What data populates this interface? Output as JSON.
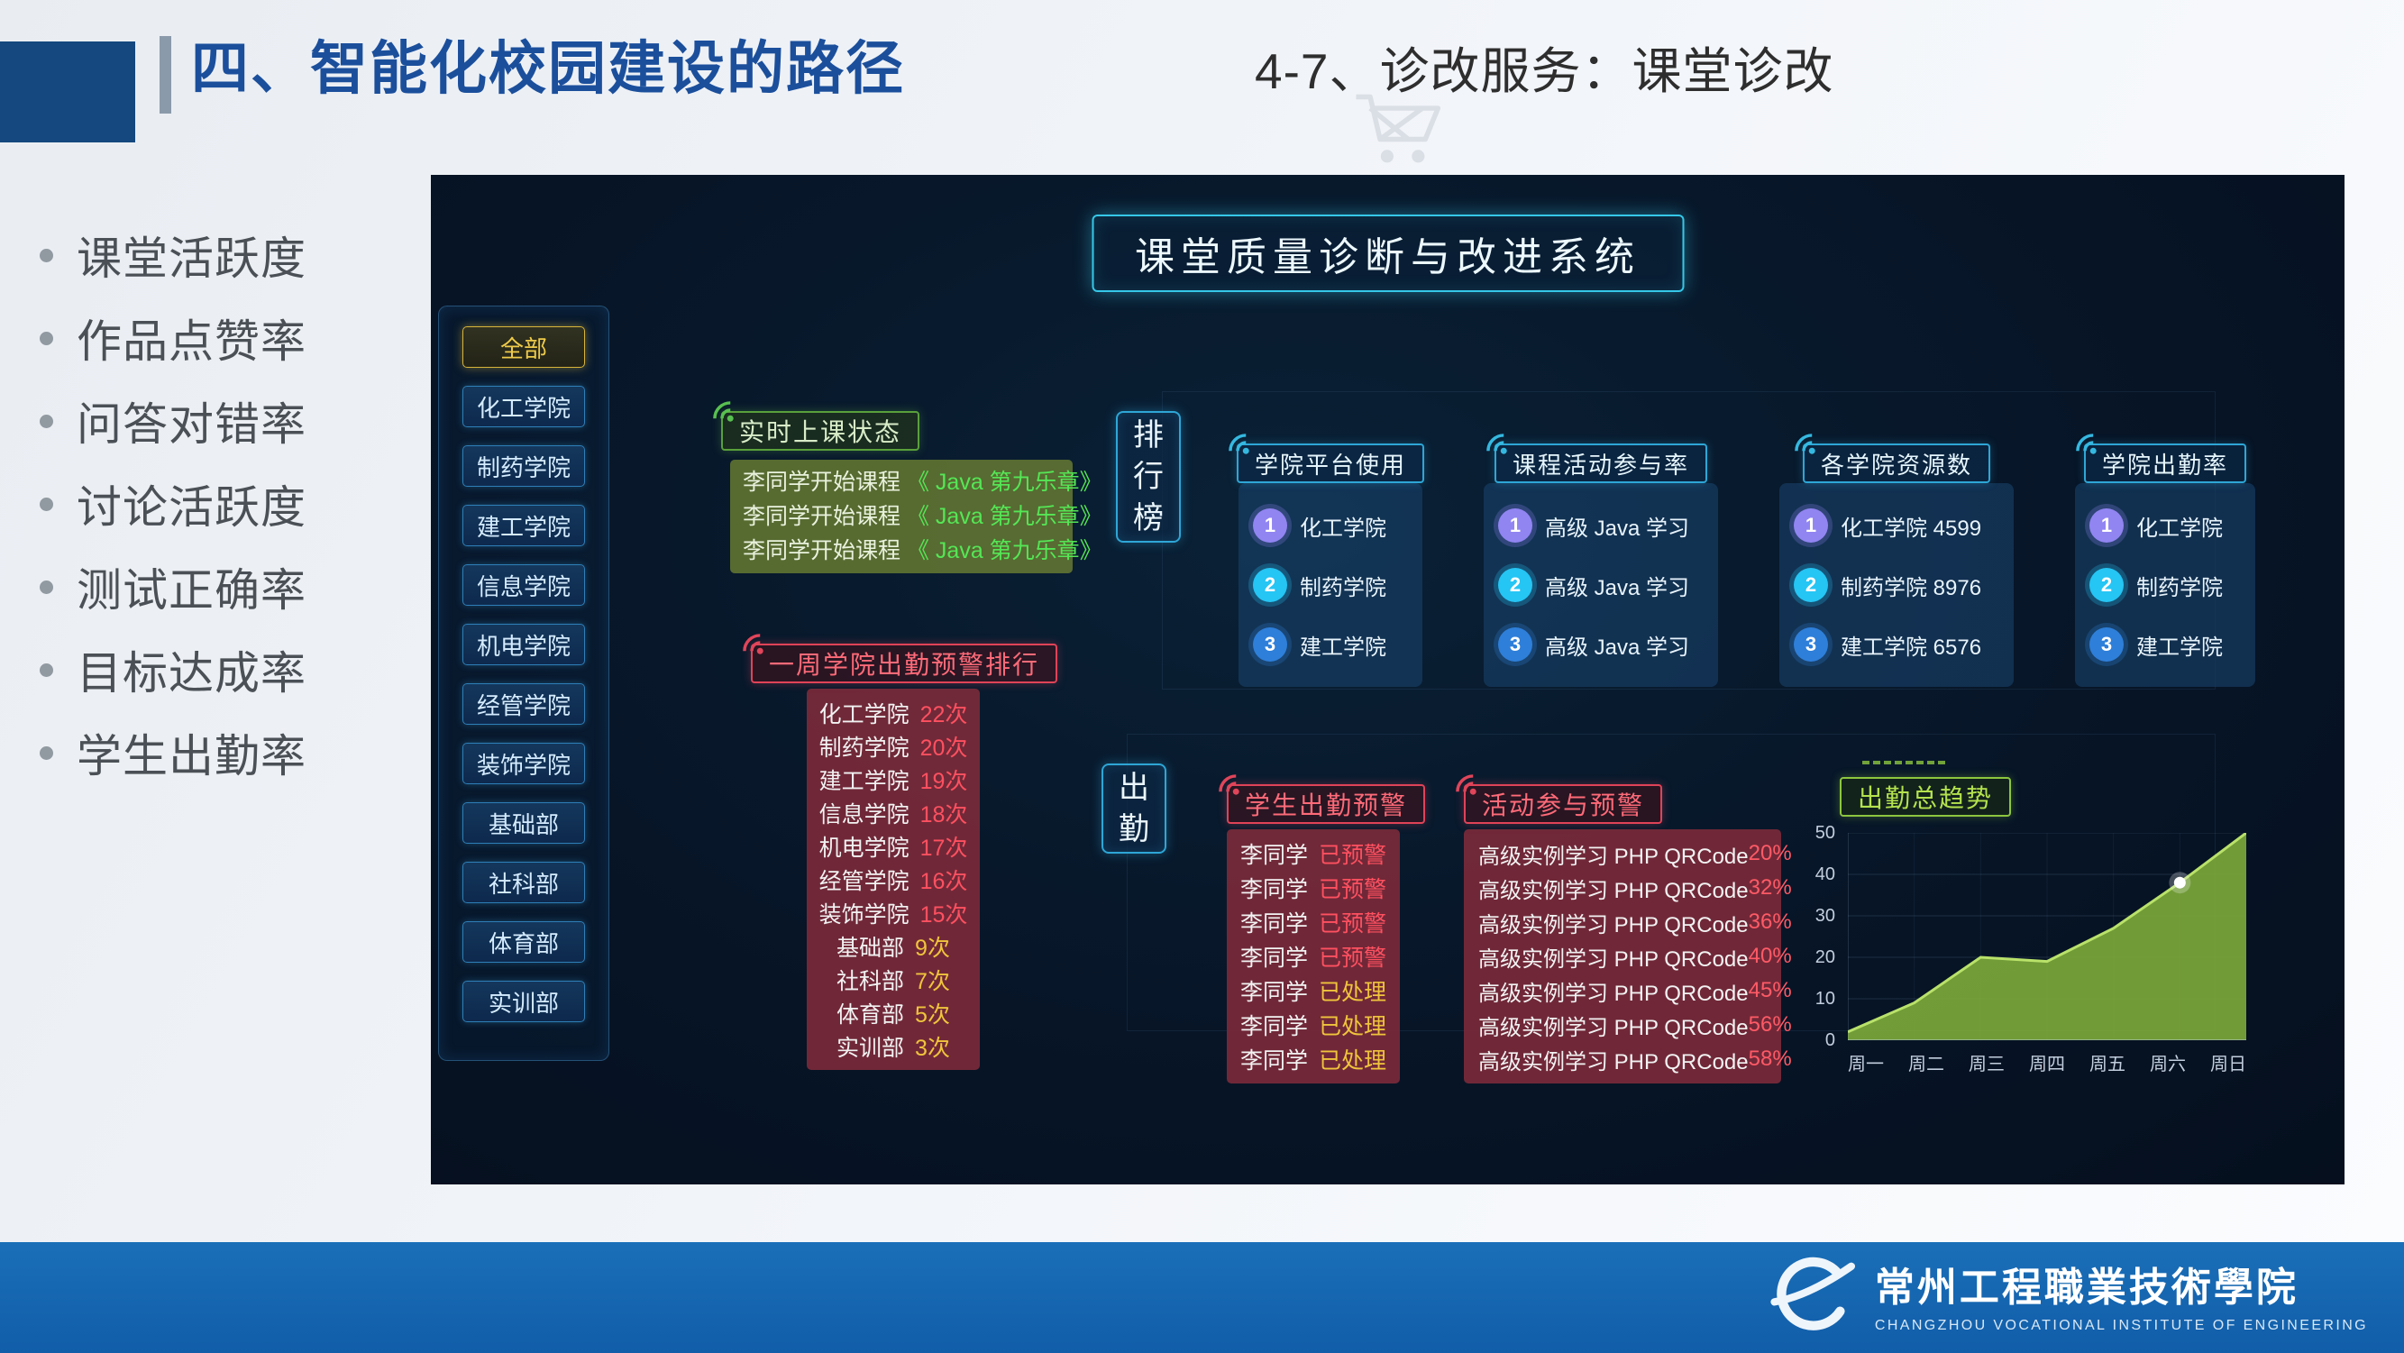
{
  "header": {
    "title": "四、智能化校园建设的路径",
    "subtitle": "4-7、诊改服务：课堂诊改"
  },
  "sidebar": {
    "bullets": [
      "课堂活跃度",
      "作品点赞率",
      "问答对错率",
      "讨论活跃度",
      "测试正确率",
      "目标达成率",
      "学生出勤率"
    ]
  },
  "dashboard": {
    "title": "课堂质量诊断与改进系统",
    "filters": [
      "全部",
      "化工学院",
      "制药学院",
      "建工学院",
      "信息学院",
      "机电学院",
      "经管学院",
      "装饰学院",
      "基础部",
      "社科部",
      "体育部",
      "实训部"
    ],
    "realtime": {
      "label": "实时上课状态",
      "lines": [
        {
          "prefix": "李同学开始课程",
          "course": "《 Java 第九乐章》"
        },
        {
          "prefix": "李同学开始课程",
          "course": "《 Java 第九乐章》"
        },
        {
          "prefix": "李同学开始课程",
          "course": "《 Java 第九乐章》"
        }
      ]
    },
    "weekly": {
      "label": "一周学院出勤预警排行",
      "rows": [
        {
          "name": "化工学院",
          "count": "22次",
          "level": "high"
        },
        {
          "name": "制药学院",
          "count": "20次",
          "level": "high"
        },
        {
          "name": "建工学院",
          "count": "19次",
          "level": "high"
        },
        {
          "name": "信息学院",
          "count": "18次",
          "level": "high"
        },
        {
          "name": "机电学院",
          "count": "17次",
          "level": "high"
        },
        {
          "name": "经管学院",
          "count": "16次",
          "level": "high"
        },
        {
          "name": "装饰学院",
          "count": "15次",
          "level": "high"
        },
        {
          "name": "基础部",
          "count": "9次",
          "level": "low"
        },
        {
          "name": "社科部",
          "count": "7次",
          "level": "low"
        },
        {
          "name": "体育部",
          "count": "5次",
          "level": "low"
        },
        {
          "name": "实训部",
          "count": "3次",
          "level": "low"
        }
      ]
    },
    "rank_tab": "排行榜",
    "rank_cards": [
      {
        "title": "学院平台使用",
        "rows": [
          {
            "rank": "1",
            "name": "化工学院"
          },
          {
            "rank": "2",
            "name": "制药学院"
          },
          {
            "rank": "3",
            "name": "建工学院"
          }
        ]
      },
      {
        "title": "课程活动参与率",
        "rows": [
          {
            "rank": "1",
            "name": "高级 Java 学习"
          },
          {
            "rank": "2",
            "name": "高级 Java 学习"
          },
          {
            "rank": "3",
            "name": "高级 Java 学习"
          }
        ]
      },
      {
        "title": "各学院资源数",
        "rows": [
          {
            "rank": "1",
            "name": "化工学院 4599"
          },
          {
            "rank": "2",
            "name": "制药学院 8976"
          },
          {
            "rank": "3",
            "name": "建工学院 6576"
          }
        ]
      },
      {
        "title": "学院出勤率",
        "rows": [
          {
            "rank": "1",
            "name": "化工学院"
          },
          {
            "rank": "2",
            "name": "制药学院"
          },
          {
            "rank": "3",
            "name": "建工学院"
          }
        ]
      }
    ],
    "attendance_tab": "出勤",
    "student_warning": {
      "label": "学生出勤预警",
      "rows": [
        {
          "name": "李同学",
          "status": "已预警",
          "state": "warned"
        },
        {
          "name": "李同学",
          "status": "已预警",
          "state": "warned"
        },
        {
          "name": "李同学",
          "status": "已预警",
          "state": "warned"
        },
        {
          "name": "李同学",
          "status": "已预警",
          "state": "warned"
        },
        {
          "name": "李同学",
          "status": "已处理",
          "state": "handled"
        },
        {
          "name": "李同学",
          "status": "已处理",
          "state": "handled"
        },
        {
          "name": "李同学",
          "status": "已处理",
          "state": "handled"
        }
      ]
    },
    "activity_warning": {
      "label": "活动参与预警",
      "rows": [
        {
          "name": "高级实例学习 PHP QRCode",
          "value": "20%"
        },
        {
          "name": "高级实例学习 PHP QRCode",
          "value": "32%"
        },
        {
          "name": "高级实例学习 PHP QRCode",
          "value": "36%"
        },
        {
          "name": "高级实例学习 PHP QRCode",
          "value": "40%"
        },
        {
          "name": "高级实例学习 PHP QRCode",
          "value": "45%"
        },
        {
          "name": "高级实例学习 PHP QRCode",
          "value": "56%"
        },
        {
          "name": "高级实例学习 PHP QRCode",
          "value": "58%"
        }
      ]
    },
    "trend_label": "出勤总趋势"
  },
  "chart_data": {
    "type": "area",
    "title": "出勤总趋势",
    "categories": [
      "周一",
      "周二",
      "周三",
      "周四",
      "周五",
      "周六",
      "周日"
    ],
    "values": [
      2,
      9,
      20,
      19,
      27,
      38,
      50
    ],
    "highlight_index": 5,
    "highlight_value": 38,
    "ylim": [
      0,
      50
    ],
    "yticks": [
      0,
      10,
      20,
      30,
      40,
      50
    ],
    "xlabel": "",
    "ylabel": "",
    "grid": true,
    "legend": "none",
    "area_color": "#7dab3a",
    "line_color": "#b9e26a"
  },
  "colors": {
    "accent_cyan": "#2ea6d6",
    "warning_red": "#ff5060",
    "handled_yellow": "#f0c43c",
    "rank1_purple": "#9185f2",
    "rank2_cyan": "#25c5f4",
    "rank3_blue": "#2e7fd9",
    "trend_green": "#7dab3a",
    "header_blue": "#1b4f9c"
  },
  "footer": {
    "logo_cn": "常州工程職業技術學院",
    "logo_en": "CHANGZHOU VOCATIONAL INSTITUTE OF ENGINEERING"
  }
}
